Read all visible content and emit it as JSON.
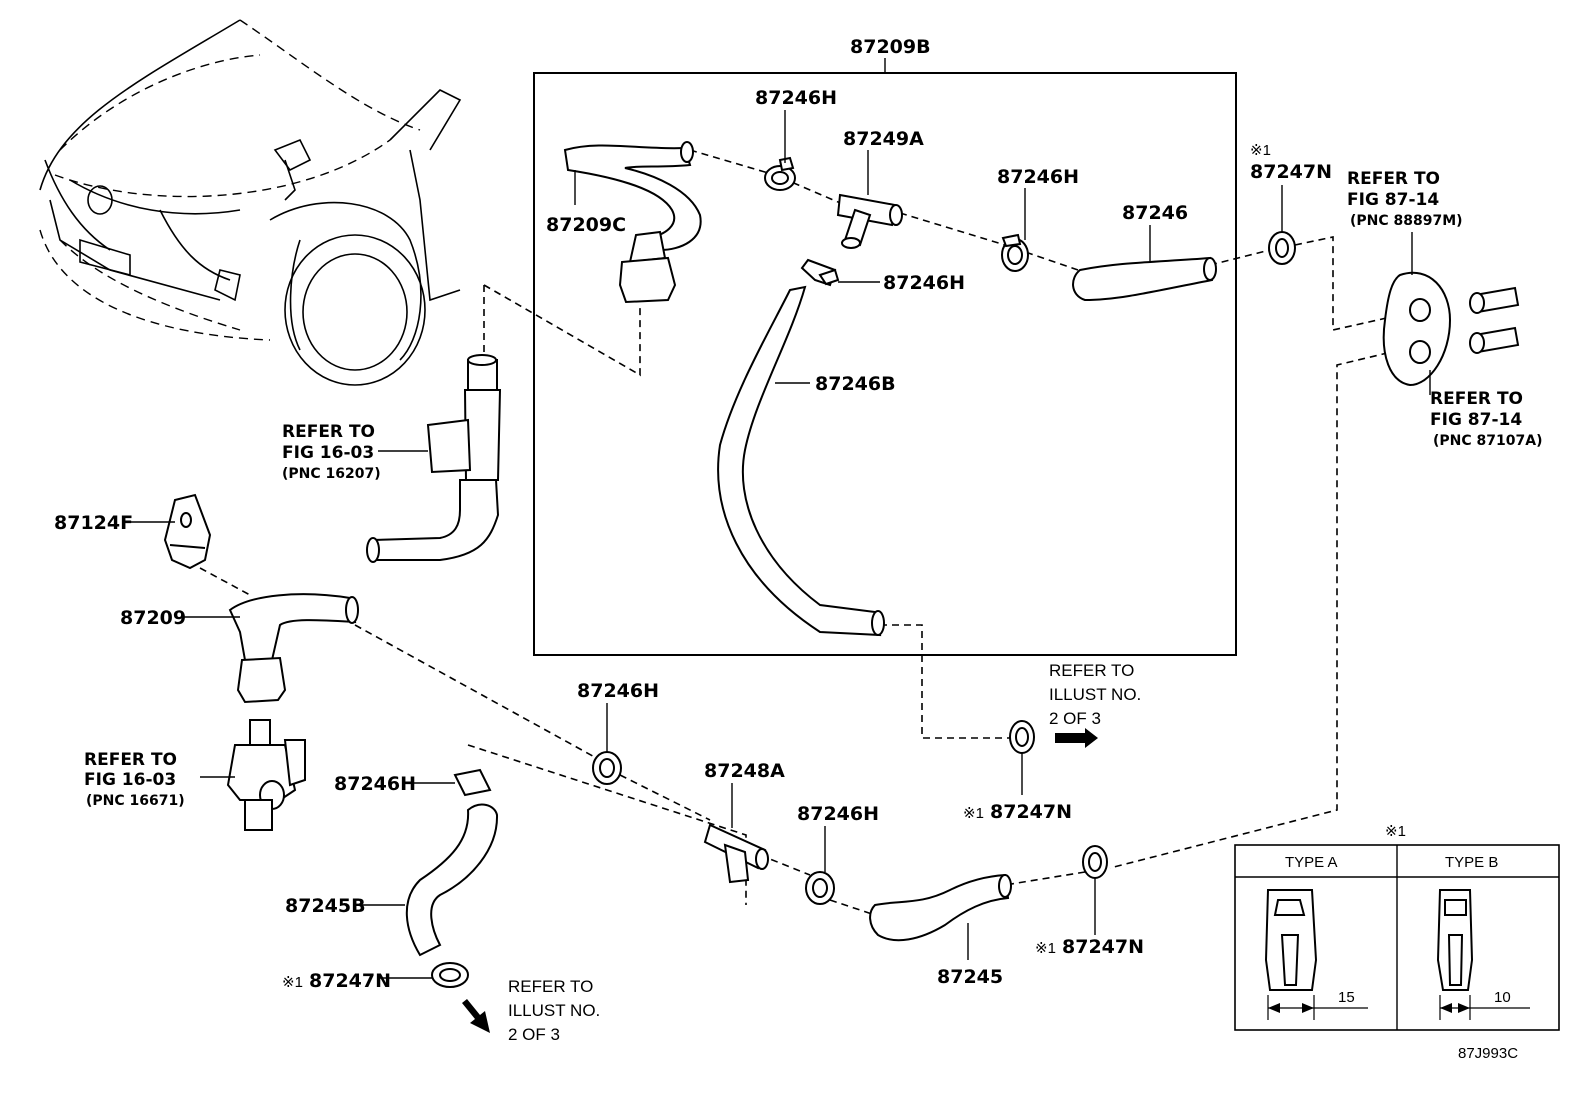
{
  "labels": {
    "p87209B": "87209B",
    "p87246H_a": "87246H",
    "p87249A": "87249A",
    "p87209C": "87209C",
    "p87246H_b": "87246H",
    "p87246": "87246",
    "p87246H_c": "87246H",
    "p87246B": "87246B",
    "p87247N_top_mark": "※1",
    "p87247N_top": "87247N",
    "p87124F": "87124F",
    "p87209": "87209",
    "p87246H_d": "87246H",
    "p87248A": "87248A",
    "p87246H_e": "87246H",
    "p87246H_f": "87246H",
    "p87245B": "87245B",
    "p87245": "87245",
    "p87247N_mid": "87247N",
    "p87247N_right": "87247N",
    "p87247N_left": "87247N",
    "mark": "※1"
  },
  "refs": {
    "fig1603_top": [
      "REFER TO",
      "FIG 16-03",
      "(PNC 16207)"
    ],
    "fig1603_bottom": [
      "REFER TO",
      "FIG 16-03",
      "(PNC 16671)"
    ],
    "fig8714_top": [
      "REFER TO",
      "FIG 87-14",
      "(PNC 88897M)"
    ],
    "fig8714_bottom": [
      "REFER TO",
      "FIG 87-14",
      "(PNC 87107A)"
    ],
    "illust_mid": [
      "REFER TO",
      "ILLUST NO.",
      "2 OF 3"
    ],
    "illust_bottom": [
      "REFER TO",
      "ILLUST NO.",
      "2 OF 3"
    ]
  },
  "legend": {
    "mark": "※1",
    "type_a": "TYPE A",
    "type_b": "TYPE B",
    "dim_a": "15",
    "dim_b": "10"
  },
  "illustration_id": "87J993C"
}
